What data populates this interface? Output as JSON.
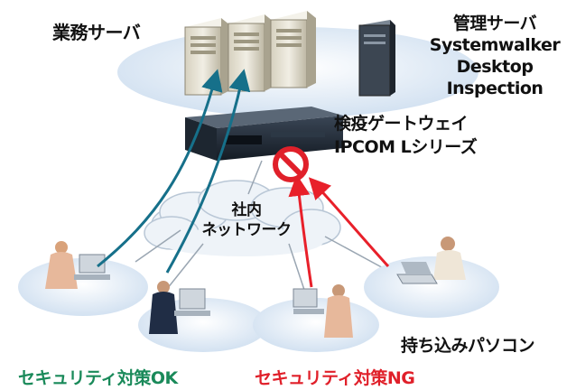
{
  "labels": {
    "business_server": "業務サーバ",
    "management_server": [
      "管理サーバ",
      "Systemwalker",
      "Desktop",
      "Inspection"
    ],
    "gateway": [
      "検疫ゲートウェイ",
      "IPCOM Lシリーズ"
    ],
    "network": [
      "社内",
      "ネットワーク"
    ],
    "personal_pc": "持ち込みパソコン",
    "security_ok": "セキュリティ対策OK",
    "security_ng": "セキュリティ対策NG"
  },
  "colors": {
    "ok": "#1a8a5a",
    "ng": "#e0202a",
    "arrow_ok": "#16708a",
    "arrow_ng": "#e8202a",
    "ellipse": "#dfeaf5",
    "server": "#e6e2d3"
  }
}
